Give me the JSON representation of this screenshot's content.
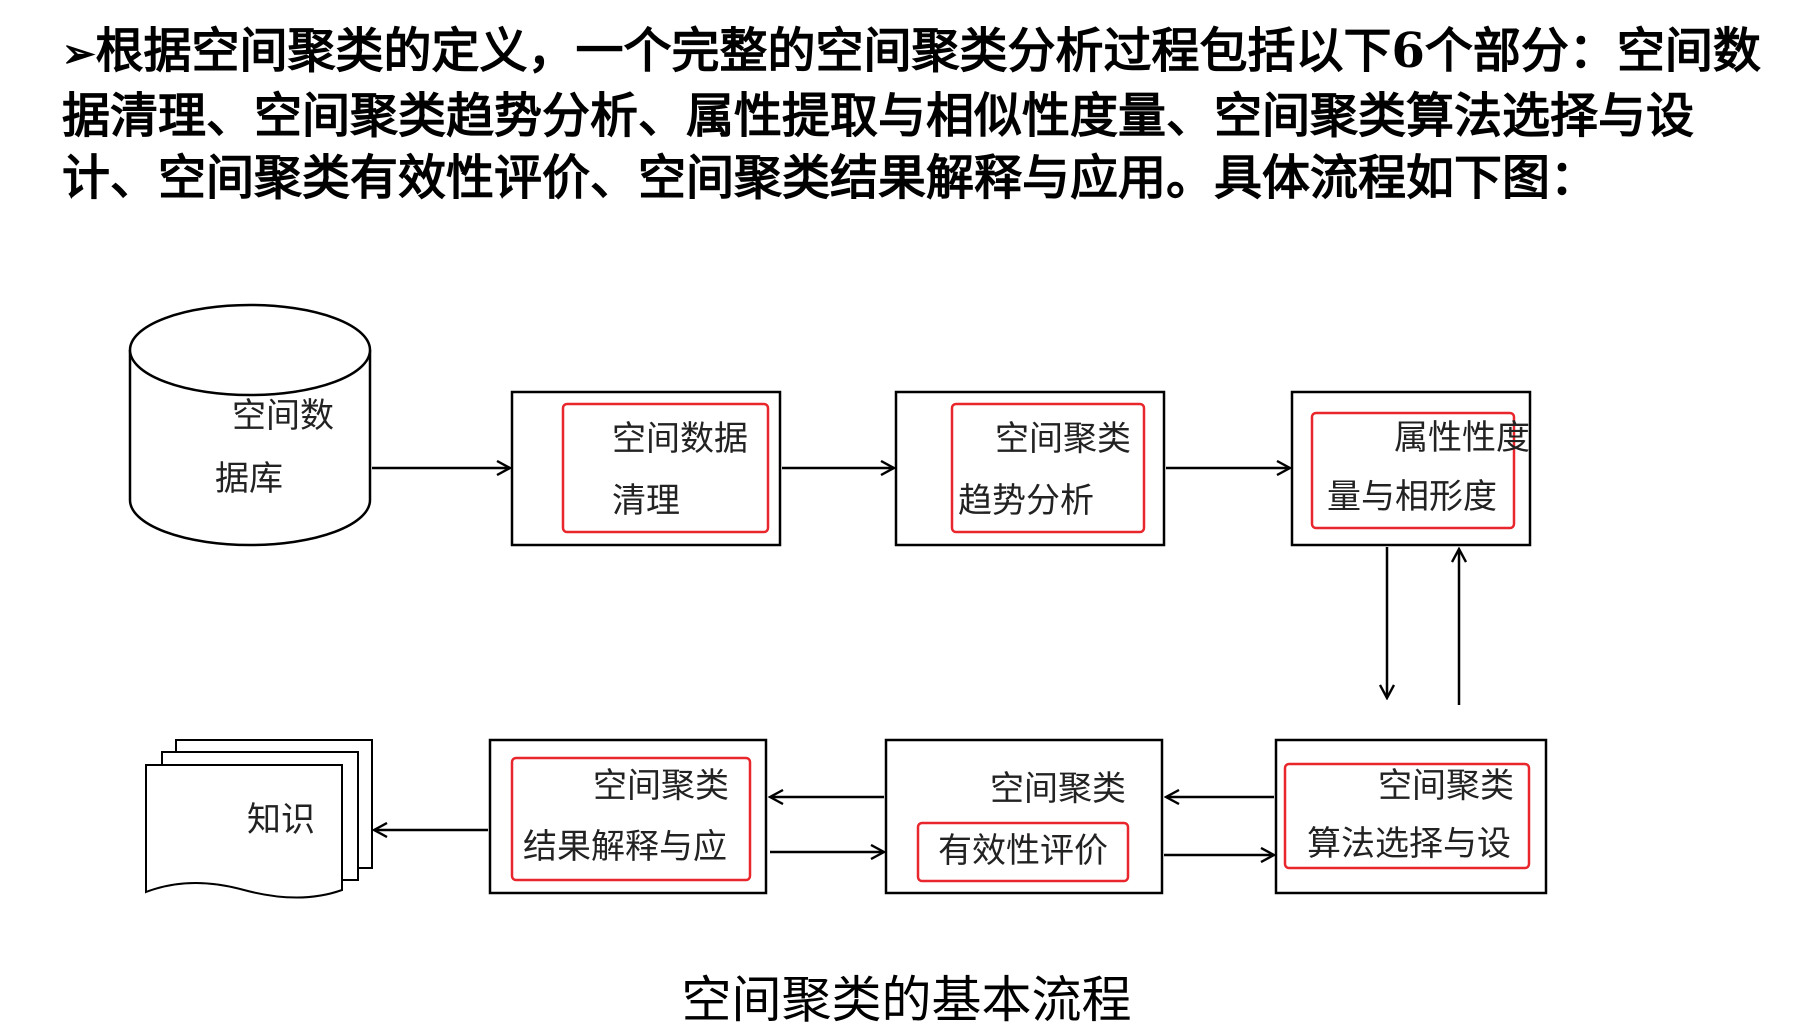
{
  "intro": {
    "marker": "➢",
    "text": "根据空间聚类的定义，一个完整的空间聚类分析过程包括以下6个部分：空间数据清理、空间聚类趋势分析、属性提取与相似性度量、空间聚类算法选择与设计、空间聚类有效性评价、空间聚类结果解释与应用。具体流程如下图："
  },
  "diagram": {
    "database": {
      "line1": "空间数",
      "line2": "据库"
    },
    "cleaning": {
      "line1": "空间数据",
      "line2": "清理"
    },
    "trend": {
      "line1": "空间聚类",
      "line2": "趋势分析"
    },
    "attribute": {
      "line1": "属性性度",
      "line2": "量与相形度"
    },
    "algorithm": {
      "line1": "空间聚类",
      "line2": "算法选择与设"
    },
    "evaluation": {
      "line1": "空间聚类",
      "line2": "有效性评价"
    },
    "interpretation": {
      "line1": "空间聚类",
      "line2": "结果解释与应"
    },
    "knowledge": {
      "label": "知识"
    },
    "colors": {
      "box_border": "#000000",
      "highlight": "#e8262c",
      "arrow": "#000000"
    }
  },
  "caption": "空间聚类的基本流程"
}
